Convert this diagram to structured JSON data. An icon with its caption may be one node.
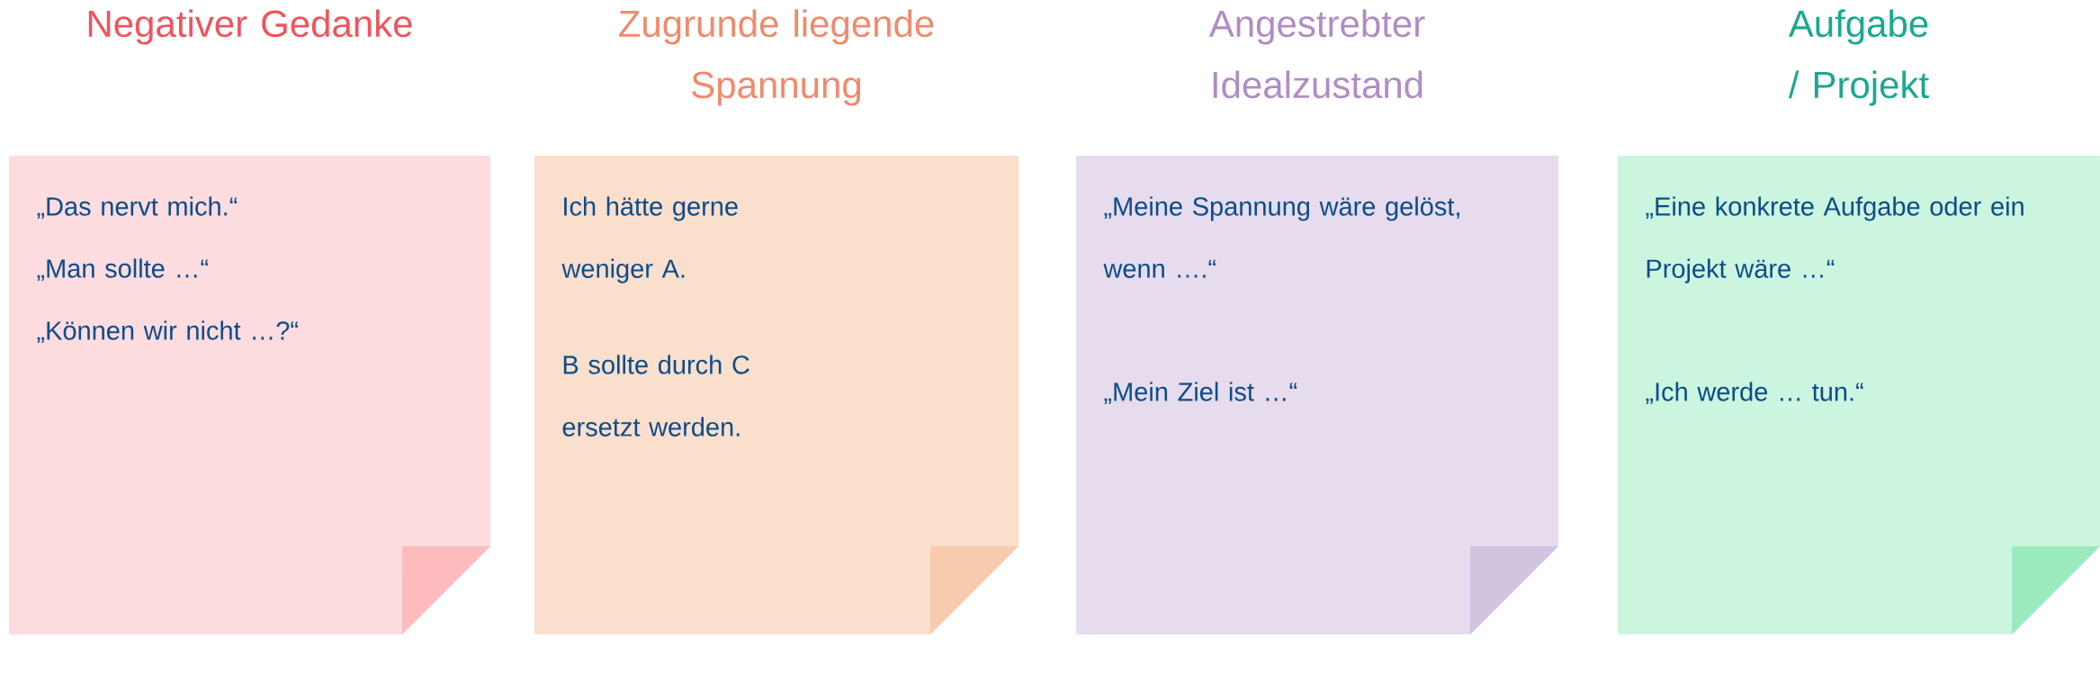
{
  "diagram": {
    "nodes": [
      {
        "text": [
          "Negativer Gedanke",
          "„Das nervt mich.“",
          "„Man sollte …“",
          "„Können wir nicht …?“"
        ]
      },
      {
        "text": [
          "Zugrunde liegende Spannung",
          "Ich hätte gerne weniger A.",
          "B sollte durch C ersetzt werden."
        ]
      },
      {
        "text": [
          "Angestrebter Idealzustand",
          "„Meine Spannung wäre gelöst, wenn ….“",
          "„Mein Ziel ist …“"
        ]
      },
      {
        "text": [
          "Aufgabe / Projekt",
          "„Eine konkrete Aufgabe oder ein Projekt wäre …“",
          "„Ich werde … tun.“"
        ]
      }
    ]
  }
}
